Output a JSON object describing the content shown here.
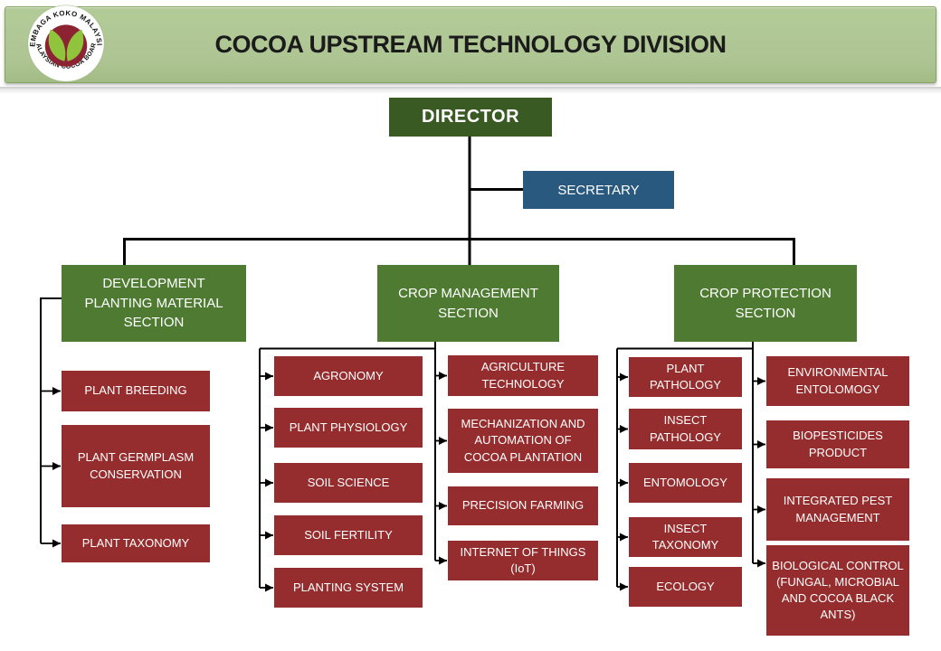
{
  "header": {
    "title": "COCOA UPSTREAM TECHNOLOGY DIVISION",
    "logo": {
      "name": "malaysian-cocoa-board-seal",
      "text_top": "LEMBAGA KOKO MALAYSIA",
      "text_bottom": "✶ MALAYSIAN COCOA BOARD ✶"
    }
  },
  "colors": {
    "header_bg": "#B2CB97",
    "header_border": "#85A363",
    "title_text": "#1B1B1B",
    "director_bg": "#3A5A23",
    "secretary_bg": "#29597E",
    "section_bg": "#4E7B31",
    "unit_bg": "#952C2D",
    "connector": "#000000",
    "logo_red": "#8C2333",
    "logo_leaf": "#8FC43C"
  },
  "org": {
    "director": "DIRECTOR",
    "secretary": "SECRETARY",
    "sections": [
      "DEVELOPMENT\nPLANTING MATERIAL\nSECTION",
      "CROP MANAGEMENT\nSECTION",
      "CROP PROTECTION\nSECTION"
    ],
    "dev_units": [
      "PLANT BREEDING",
      "PLANT GERMPLASM\nCONSERVATION",
      "PLANT TAXONOMY"
    ],
    "mgmt_col1": [
      "AGRONOMY",
      "PLANT PHYSIOLOGY",
      "SOIL SCIENCE",
      "SOIL FERTILITY",
      "PLANTING SYSTEM"
    ],
    "mgmt_col2": [
      "AGRICULTURE\nTECHNOLOGY",
      "MECHANIZATION AND\nAUTOMATION OF\nCOCOA PLANTATION",
      "PRECISION FARMING",
      "INTERNET OF THINGS\n(IoT)"
    ],
    "prot_col1": [
      "PLANT\nPATHOLOGY",
      "INSECT\nPATHOLOGY",
      "ENTOMOLOGY",
      "INSECT\nTAXONOMY",
      "ECOLOGY"
    ],
    "prot_col2": [
      "ENVIRONMENTAL\nENTOLOMOGY",
      "BIOPESTICIDES\nPRODUCT",
      "INTEGRATED PEST\nMANAGEMENT",
      "BIOLOGICAL CONTROL\n(FUNGAL, MICROBIAL\nAND COCOA BLACK\nANTS)"
    ]
  }
}
